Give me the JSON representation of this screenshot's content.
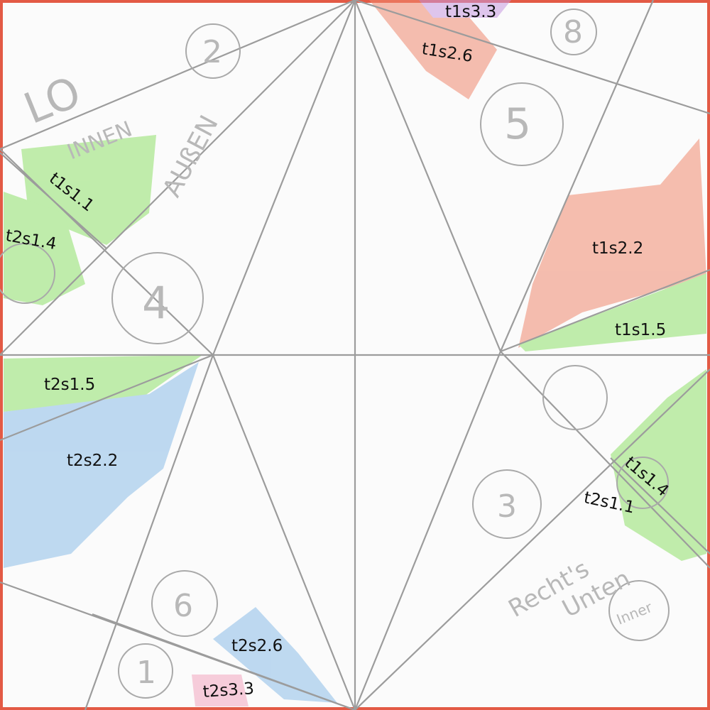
{
  "colors": {
    "paper": "#fbfbfb",
    "border": "#e35a45",
    "fold_line": "#9c9c9c",
    "green": "#8fe06a",
    "red": "#f08a70",
    "blue": "#8cbde8",
    "purple": "#c79ae0",
    "pink": "#f3a6c0",
    "pencil": "#a9a9a9"
  },
  "annotations": [
    {
      "name": "t1s3-3",
      "text": "t1s3.3"
    },
    {
      "name": "t1s2-6",
      "text": "t1s2.6"
    },
    {
      "name": "t1s1-1",
      "text": "t1s1.1"
    },
    {
      "name": "t2s1-4",
      "text": "t2s1.4"
    },
    {
      "name": "t1s2-2",
      "text": "t1s2.2"
    },
    {
      "name": "t1s1-5",
      "text": "t1s1.5"
    },
    {
      "name": "t2s1-5",
      "text": "t2s1.5"
    },
    {
      "name": "t2s2-2",
      "text": "t2s2.2"
    },
    {
      "name": "t1s1-4",
      "text": "t1s1.4"
    },
    {
      "name": "t2s1-1",
      "text": "t2s1.1"
    },
    {
      "name": "t2s2-6",
      "text": "t2s2.6"
    },
    {
      "name": "t2s3-3",
      "text": "t2s3.3"
    }
  ],
  "handwriting": {
    "lo": "LO",
    "innen_top": "INNEN",
    "aussen": "AUßEN",
    "rechts_unten": "Recht's",
    "unten": "Unten",
    "innen_corner": "Inner"
  },
  "circle_digits": [
    "2",
    "8",
    "5",
    "4",
    "3",
    "6",
    "1"
  ]
}
